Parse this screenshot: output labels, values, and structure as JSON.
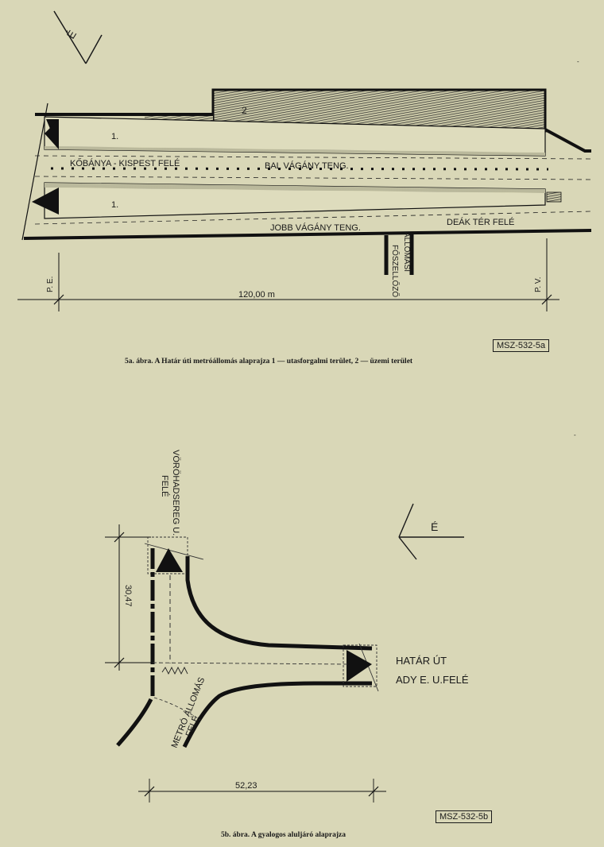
{
  "figure_a": {
    "north_label": "É",
    "zone_2_label": "2",
    "zone_1_upper_label": "1.",
    "zone_1_lower_label": "1.",
    "kobanya_label": "KŐBÁNYA - KISPEST FELÉ",
    "bal_vagany_label": "BAL VÁGÁNY TENG.",
    "jobb_vagany_label": "JOBB VÁGÁNY TENG.",
    "deak_ter_label": "DEÁK TÉR FELÉ",
    "allomasi_label": "ÁLLOMÁSI",
    "foszellozo_label": "FŐSZELLŐZŐ",
    "pe_label": "P. E.",
    "pv_label": "P. V.",
    "dimension_label": "120,00 m",
    "stamp": "MSZ-532-5a",
    "caption": "5a. ábra. A Határ úti metróállomás alaprajza  1 — utasforgalmi terület, 2 — üzemi terület"
  },
  "figure_b": {
    "north_label": "É",
    "vorohadsereg_label": "VÖRÖHADSEREG U.",
    "fele_top_label": "FELÉ",
    "hatar_ut_label": "HATÁR ÚT",
    "ady_label": "ADY E. U.FELÉ",
    "metro_allomas_label": "METRÓ ÁLLOMÁS",
    "fele_bottom_label": "FELÉ",
    "vertical_dim_label": "30,47",
    "horizontal_dim_label": "52,23",
    "stamp": "MSZ-532-5b",
    "caption": "5b. ábra. A gyalogos aluljáró alaprajza"
  }
}
